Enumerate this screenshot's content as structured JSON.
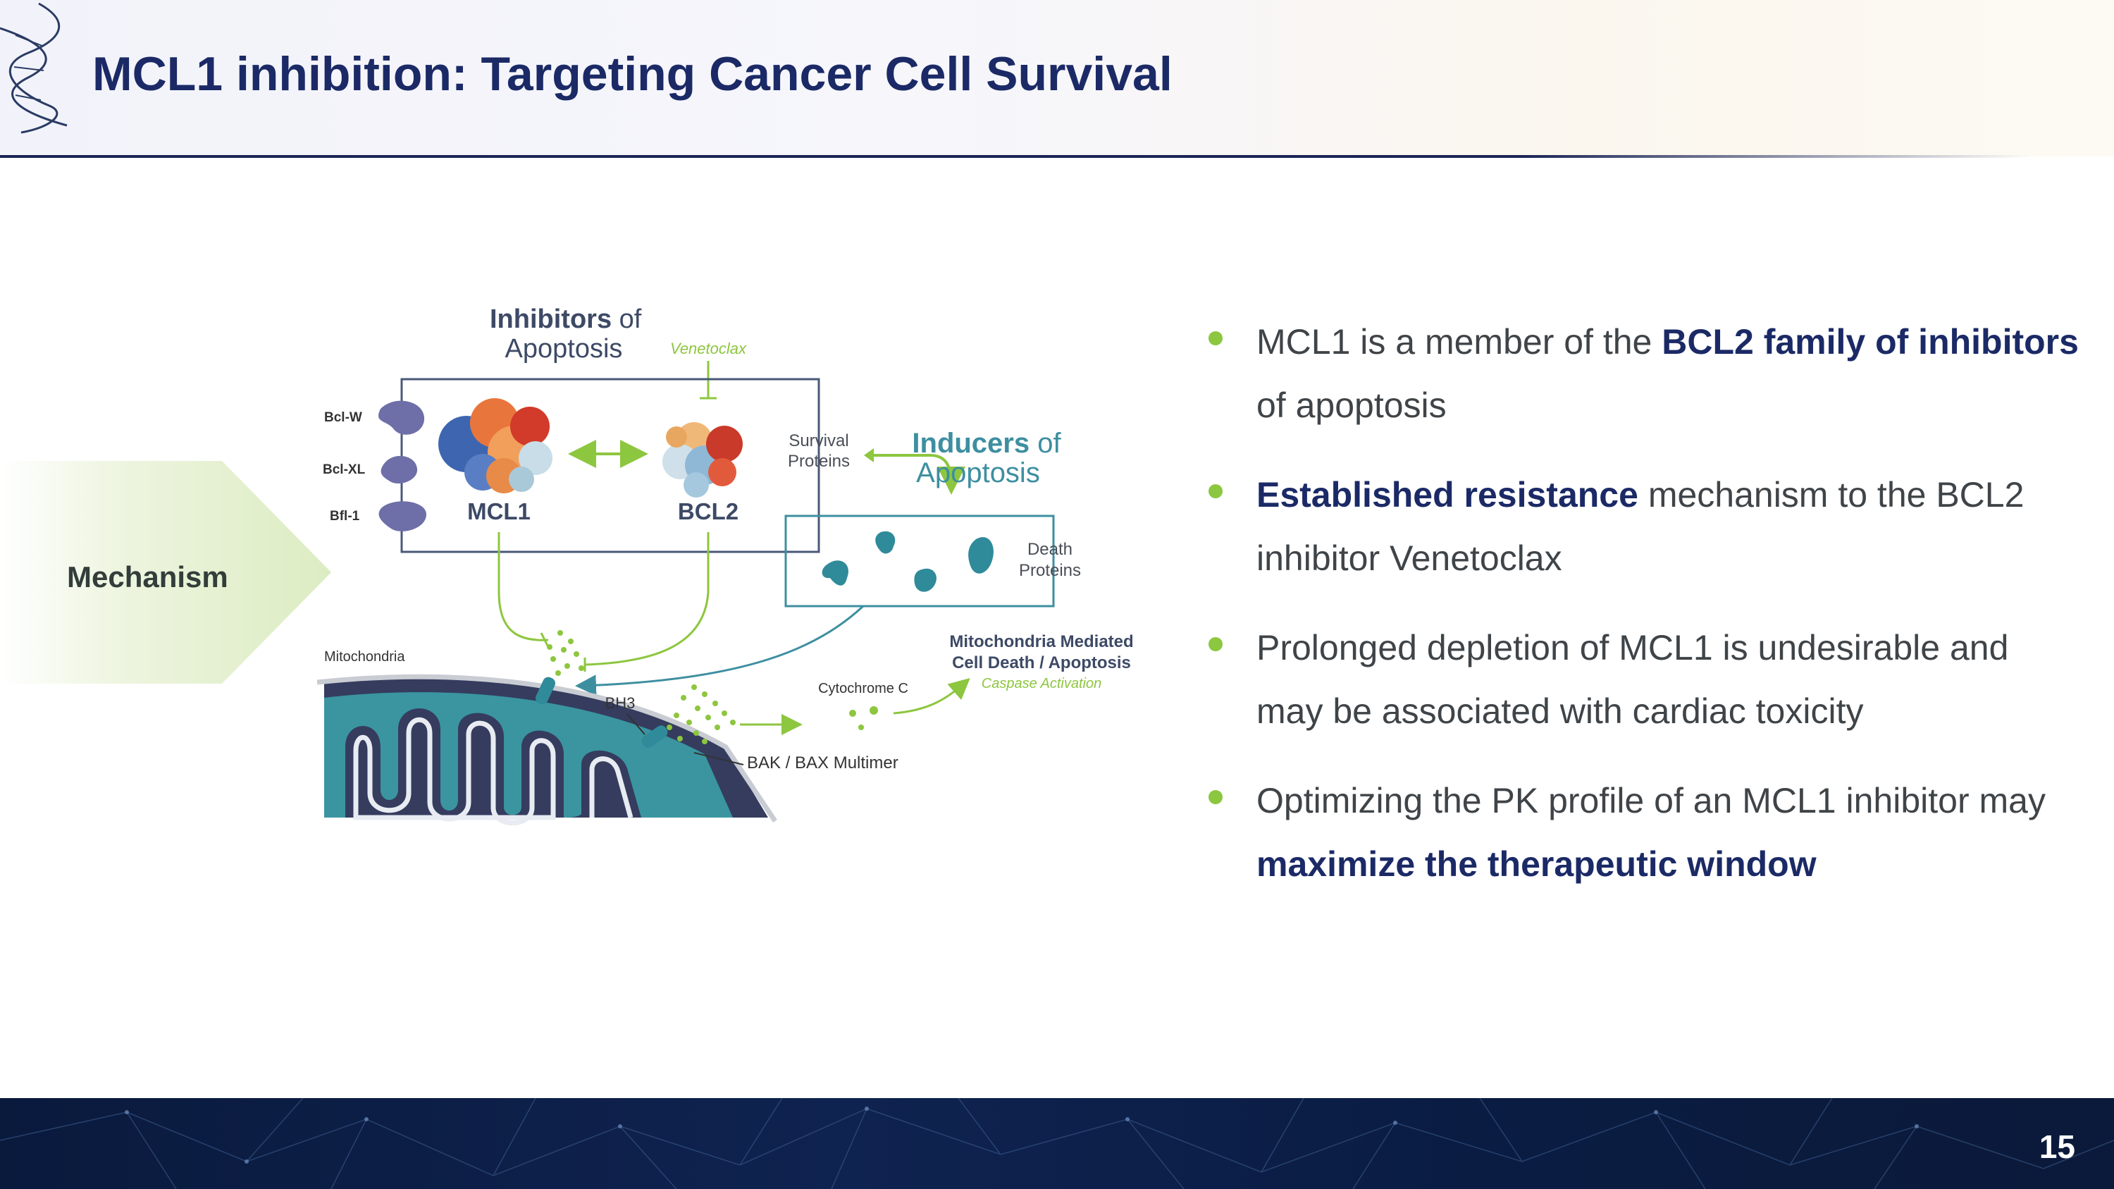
{
  "slide": {
    "title": "MCL1 inhibition: Targeting Cancer Cell Survival",
    "page_number": "15"
  },
  "section": {
    "label": "Mechanism"
  },
  "diagram": {
    "inhibitors_title_bold": "Inhibitors",
    "inhibitors_title_of": " of",
    "inhibitors_title_line2": "Apoptosis",
    "venetoclax": "Venetoclax",
    "bcl_w": "Bcl-W",
    "bcl_xl": "Bcl-XL",
    "bfl_1": "Bfl-1",
    "mcl1": "MCL1",
    "bcl2": "BCL2",
    "survival_line1": "Survival",
    "survival_line2": "Proteins",
    "inducers_title_bold": "Inducers",
    "inducers_title_of": " of",
    "inducers_title_line2": "Apoptosis",
    "death_line1": "Death",
    "death_line2": "Proteins",
    "mitochondria": "Mitochondria",
    "mito_death_line1": "Mitochondria Mediated",
    "mito_death_line2": "Cell Death / Apoptosis",
    "caspase": "Caspase Activation",
    "cytochrome": "Cytochrome C",
    "bh3": "BH3",
    "bak_bax": "BAK / BAX Multimer"
  },
  "bullets": [
    {
      "pre": "MCL1 is a member of the ",
      "bold": "BCL2 family of inhibitors",
      "post": " of apoptosis"
    },
    {
      "pre": "",
      "bold": "Established resistance",
      "post": " mechanism to the BCL2 inhibitor Venetoclax"
    },
    {
      "pre": "Prolonged depletion of MCL1 is undesirable and may be associated with cardiac toxicity",
      "bold": "",
      "post": ""
    },
    {
      "pre": "Optimizing the PK profile of an MCL1 inhibitor may ",
      "bold": "maximize the therapeutic window",
      "post": ""
    }
  ],
  "colors": {
    "title_navy": "#1b2a66",
    "accent_green": "#8dc63f",
    "teal": "#3d8fa0",
    "purple_protein": "#6e6fa8",
    "footer_navy": "#0f2350"
  },
  "icons": {
    "header_logo": "dna-helix-icon",
    "bullet_marker": "green-dot"
  }
}
